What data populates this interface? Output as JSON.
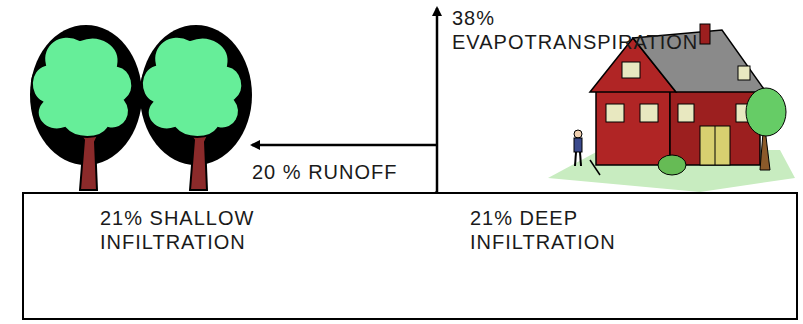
{
  "diagram": {
    "nodes": [
      {
        "text": [
          "21% SHALLOW INFILTRATION",
          "21% DEEP INFILTRATION"
        ]
      }
    ],
    "labels": [
      "38% EVAPOTRANSPIRATION",
      "20 % RUNOFF"
    ]
  }
}
